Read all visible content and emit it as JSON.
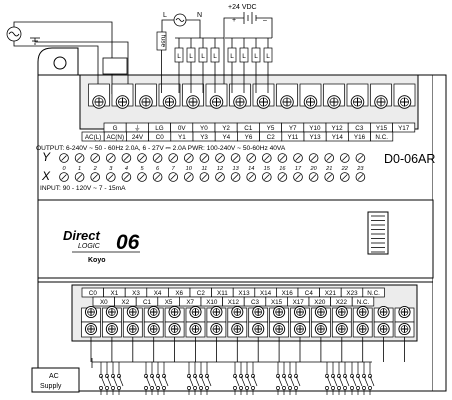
{
  "model": "D0-06AR",
  "brand": {
    "line1": "Direct",
    "line2": "LOGIC",
    "number": "06",
    "maker": "Koyo"
  },
  "specs": {
    "output": "OUTPUT: 6-240V ~  50 - 60Hz   2.0A,  6 - 27V ⎓  2.0A    PWR: 100-240V ~  50-60Hz  40VA",
    "input": "INPUT: 90 - 120V ~  7 - 15mA"
  },
  "supply_labels": {
    "dc": "+24 VDC",
    "plus": "+",
    "minus": "–",
    "line": "L",
    "neutral": "N",
    "ac_supply_1": "AC",
    "ac_supply_2": "Supply"
  },
  "fuse_label": "fuse",
  "load_label": "L",
  "io": {
    "output_letter": "Y",
    "input_letter": "X",
    "numbers": [
      "0",
      "1",
      "2",
      "3",
      "4",
      "5",
      "6",
      "7",
      "10",
      "11",
      "12",
      "13",
      "14",
      "15",
      "16",
      "17",
      "20",
      "21",
      "22",
      "23"
    ]
  },
  "top_terminals": {
    "row1": [
      "G",
      "⏚",
      "LG",
      "0V",
      "Y0",
      "Y2",
      "C1",
      "Y5",
      "Y7",
      "Y10",
      "Y12",
      "C3",
      "Y15",
      "Y17"
    ],
    "row2": [
      "AC(L)",
      "AC(N)",
      "24V",
      "C0",
      "Y1",
      "Y3",
      "Y4",
      "Y6",
      "C2",
      "Y11",
      "Y13",
      "Y14",
      "Y16",
      "N.C."
    ]
  },
  "bottom_terminals": {
    "row1": [
      "C0",
      "X1",
      "X3",
      "X4",
      "X6",
      "C2",
      "X11",
      "X13",
      "X14",
      "X16",
      "C4",
      "X21",
      "X23",
      "N.C."
    ],
    "row2": [
      "X0",
      "X2",
      "C1",
      "X5",
      "X7",
      "X10",
      "X12",
      "C3",
      "X15",
      "X17",
      "X20",
      "X22",
      "N.C."
    ]
  }
}
